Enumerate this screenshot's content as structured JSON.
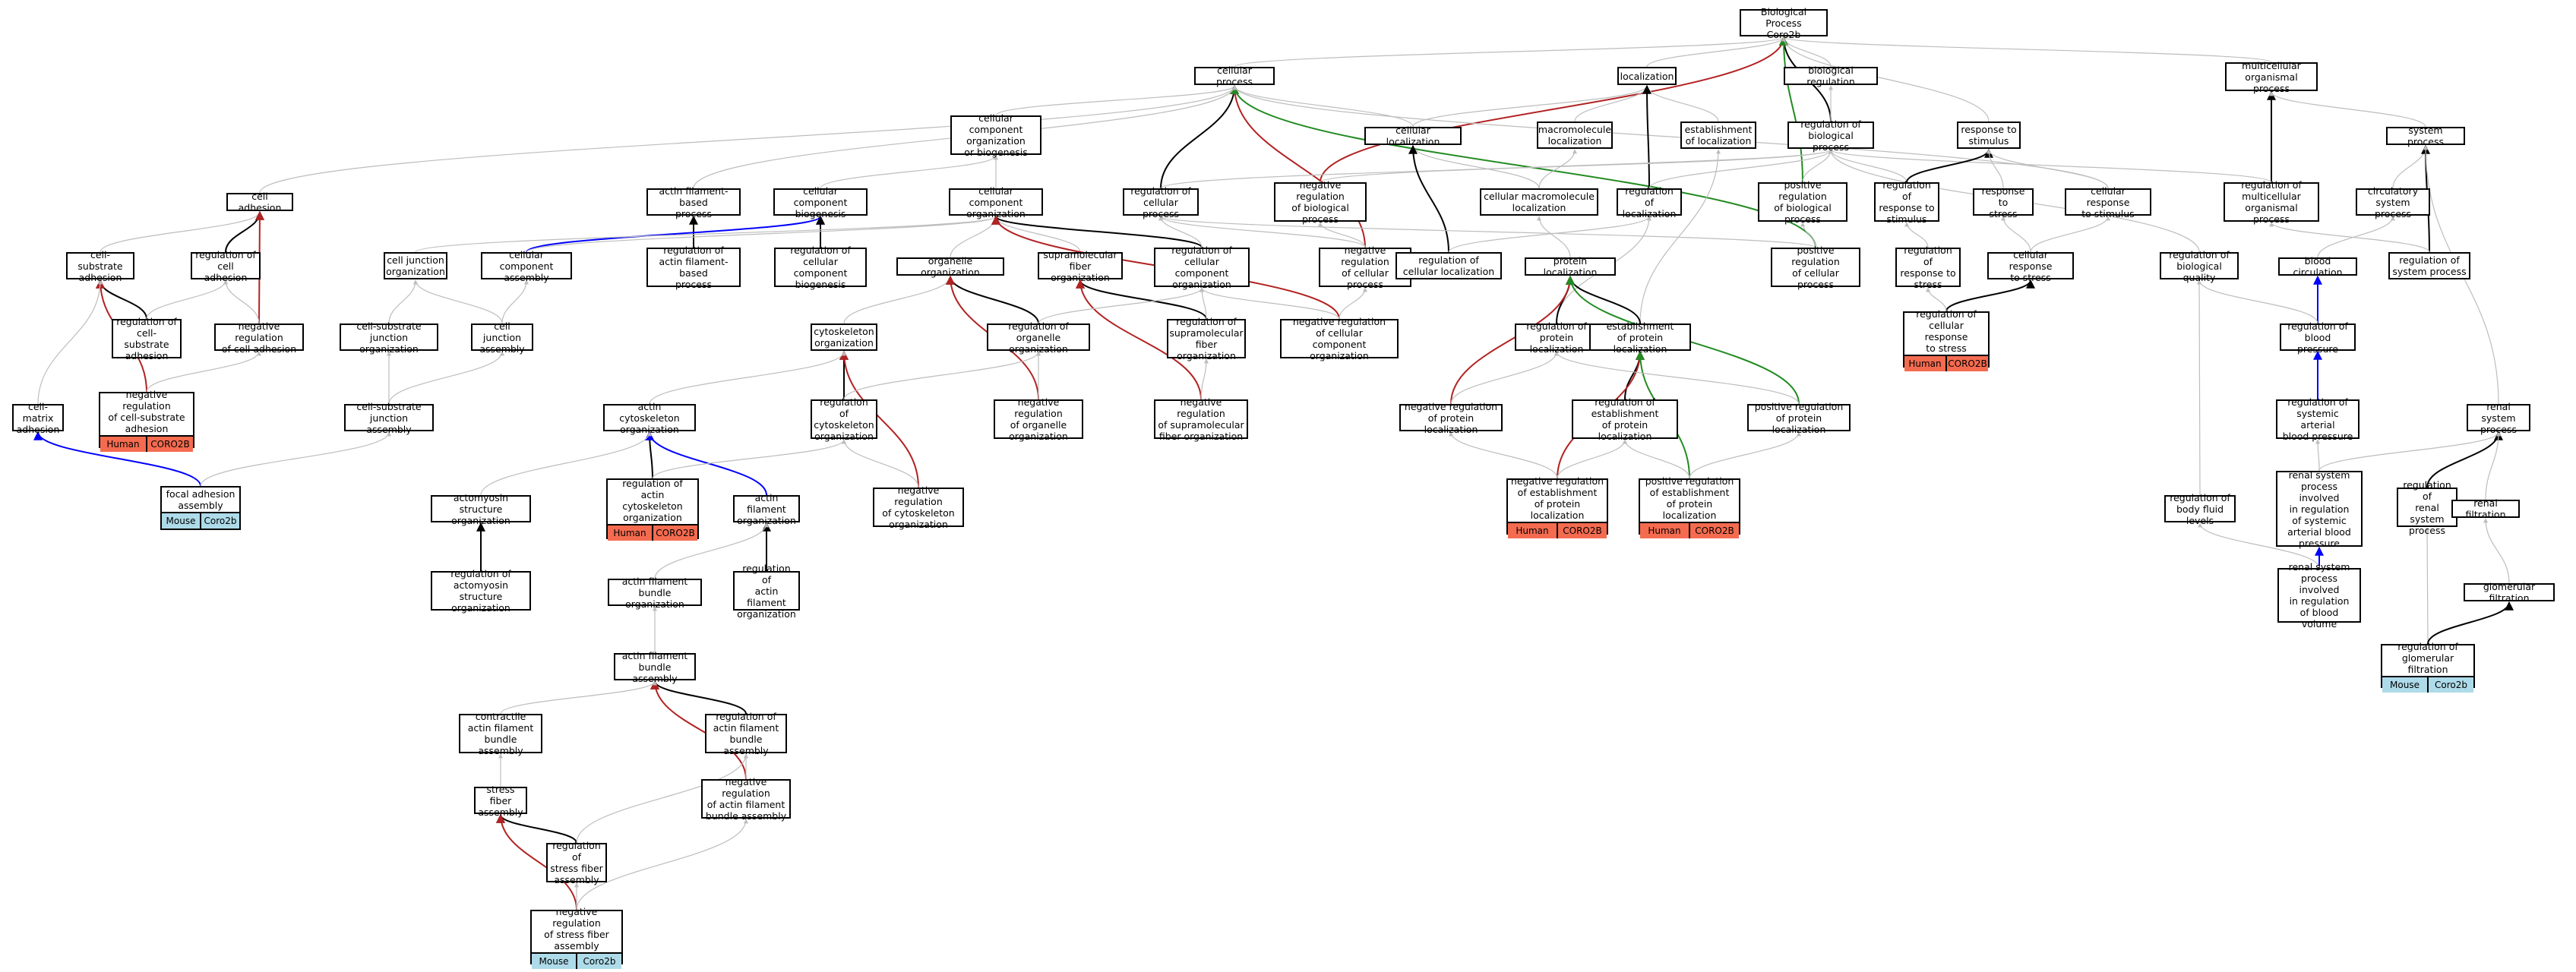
{
  "colors": {
    "is_a": "#bdbdbd",
    "part_of": "#000000",
    "negatively_regulates": "#b22222",
    "positively_regulates": "#228b22",
    "regulates": "#0000ff",
    "human": "#f46b50",
    "mouse": "#aedbe9"
  },
  "nodes": [
    {
      "id": "bp",
      "label": "Biological Process\nCoro2b"
    },
    {
      "id": "cp",
      "label": "cellular process"
    },
    {
      "id": "loc",
      "label": "localization"
    },
    {
      "id": "breg",
      "label": "biological regulation"
    },
    {
      "id": "mop",
      "label": "multicellular\norganismal process"
    },
    {
      "id": "ccob",
      "label": "cellular component\norganization\nor biogenesis"
    },
    {
      "id": "cloc",
      "label": "cellular localization"
    },
    {
      "id": "mmloc",
      "label": "macromolecule\nlocalization"
    },
    {
      "id": "estloc",
      "label": "establishment\nof localization"
    },
    {
      "id": "rbp",
      "label": "regulation of\nbiological process"
    },
    {
      "id": "rts",
      "label": "response to\nstimulus"
    },
    {
      "id": "sysproc",
      "label": "system process"
    },
    {
      "id": "celladh",
      "label": "cell adhesion"
    },
    {
      "id": "afbp",
      "label": "actin filament-based\nprocess"
    },
    {
      "id": "ccb",
      "label": "cellular component\nbiogenesis"
    },
    {
      "id": "cco",
      "label": "cellular component\norganization"
    },
    {
      "id": "rcp",
      "label": "regulation of\ncellular process"
    },
    {
      "id": "nrbp",
      "label": "negative regulation\nof biological\nprocess"
    },
    {
      "id": "cmloc",
      "label": "cellular macromolecule\nlocalization"
    },
    {
      "id": "rloc",
      "label": "regulation of\nlocalization"
    },
    {
      "id": "prbp",
      "label": "positive regulation\nof biological\nprocess"
    },
    {
      "id": "rrts",
      "label": "regulation of\nresponse to\nstimulus"
    },
    {
      "id": "rtstress",
      "label": "response to\nstress"
    },
    {
      "id": "crts",
      "label": "cellular response\nto stimulus"
    },
    {
      "id": "rmop",
      "label": "regulation of\nmulticellular\norganismal process"
    },
    {
      "id": "circ",
      "label": "circulatory\nsystem process"
    },
    {
      "id": "csadh",
      "label": "cell-substrate\nadhesion"
    },
    {
      "id": "rcadh",
      "label": "regulation of\ncell adhesion"
    },
    {
      "id": "cjorg",
      "label": "cell junction\norganization"
    },
    {
      "id": "ccassem",
      "label": "cellular component\nassembly"
    },
    {
      "id": "rafbp",
      "label": "regulation of\nactin filament-based\nprocess"
    },
    {
      "id": "rccb",
      "label": "regulation of\ncellular component\nbiogenesis"
    },
    {
      "id": "orgorg",
      "label": "organelle organization"
    },
    {
      "id": "smforg",
      "label": "supramolecular\nfiber organization"
    },
    {
      "id": "rccorg",
      "label": "regulation of\ncellular component\norganization"
    },
    {
      "id": "nrcp",
      "label": "negative regulation\nof cellular\nprocess"
    },
    {
      "id": "rcloc",
      "label": "regulation of\ncellular localization"
    },
    {
      "id": "protloc",
      "label": "protein localization"
    },
    {
      "id": "prcp",
      "label": "positive regulation\nof cellular\nprocess"
    },
    {
      "id": "rrtstress",
      "label": "regulation of\nresponse to\nstress"
    },
    {
      "id": "crtstress",
      "label": "cellular response\nto stress"
    },
    {
      "id": "rbq",
      "label": "regulation of\nbiological quality"
    },
    {
      "id": "bloodcirc",
      "label": "blood circulation"
    },
    {
      "id": "rsysproc",
      "label": "regulation of\nsystem process"
    },
    {
      "id": "rcsadh",
      "label": "regulation of\ncell-substrate\nadhesion"
    },
    {
      "id": "nrcadh",
      "label": "negative regulation\nof cell adhesion"
    },
    {
      "id": "csjorg",
      "label": "cell-substrate\njunction organization"
    },
    {
      "id": "cjassem",
      "label": "cell junction\nassembly"
    },
    {
      "id": "cskorg",
      "label": "cytoskeleton\norganization"
    },
    {
      "id": "rorgorg",
      "label": "regulation of\norganelle organization"
    },
    {
      "id": "rsmforg",
      "label": "regulation of\nsupramolecular\nfiber organization"
    },
    {
      "id": "nrccorg",
      "label": "negative regulation\nof cellular\ncomponent organization"
    },
    {
      "id": "rprotloc",
      "label": "regulation of\nprotein localization"
    },
    {
      "id": "estprotloc",
      "label": "establishment\nof protein localization"
    },
    {
      "id": "rcrtstress",
      "label": "regulation of\ncellular response\nto stress",
      "tags": [
        {
          "species": "Human",
          "gene": "CORO2B"
        }
      ]
    },
    {
      "id": "rbp2",
      "label": "regulation of\nblood pressure"
    },
    {
      "id": "cmadh",
      "label": "cell-matrix\nadhesion"
    },
    {
      "id": "nrcsadh",
      "label": "negative regulation\nof cell-substrate\nadhesion",
      "tags": [
        {
          "species": "Human",
          "gene": "CORO2B"
        }
      ]
    },
    {
      "id": "csjassem",
      "label": "cell-substrate\njunction assembly"
    },
    {
      "id": "acskorg",
      "label": "actin cytoskeleton\norganization"
    },
    {
      "id": "rcskorg",
      "label": "regulation of\ncytoskeleton\norganization"
    },
    {
      "id": "nrorgorg",
      "label": "negative regulation\nof organelle\norganization"
    },
    {
      "id": "nrsmforg",
      "label": "negative regulation\nof supramolecular\nfiber organization"
    },
    {
      "id": "nrprotloc",
      "label": "negative regulation\nof protein localization"
    },
    {
      "id": "restprotloc",
      "label": "regulation of\nestablishment\nof protein localization"
    },
    {
      "id": "prprotloc",
      "label": "positive regulation\nof protein localization"
    },
    {
      "id": "rsabp",
      "label": "regulation of\nsystemic arterial\nblood pressure"
    },
    {
      "id": "rsproc",
      "label": "renal system\nprocess"
    },
    {
      "id": "faassem",
      "label": "focal adhesion\nassembly",
      "tags": [
        {
          "species": "Mouse",
          "gene": "Coro2b"
        }
      ]
    },
    {
      "id": "amsorg",
      "label": "actomyosin structure\norganization"
    },
    {
      "id": "racskorg",
      "label": "regulation of\nactin cytoskeleton\norganization",
      "tags": [
        {
          "species": "Human",
          "gene": "CORO2B"
        }
      ]
    },
    {
      "id": "aforg",
      "label": "actin filament\norganization"
    },
    {
      "id": "nrcskorg",
      "label": "negative regulation\nof cytoskeleton\norganization"
    },
    {
      "id": "nrestprotloc",
      "label": "negative regulation\nof establishment\nof protein localization",
      "tags": [
        {
          "species": "Human",
          "gene": "CORO2B"
        }
      ]
    },
    {
      "id": "prestprotloc",
      "label": "positive regulation\nof establishment\nof protein localization",
      "tags": [
        {
          "species": "Human",
          "gene": "CORO2B"
        }
      ]
    },
    {
      "id": "rbfl",
      "label": "regulation of\nbody fluid levels"
    },
    {
      "id": "rsprocsabp",
      "label": "renal system\nprocess involved\nin regulation\nof systemic\narterial blood\npressure"
    },
    {
      "id": "rrsproc",
      "label": "regulation of\nrenal system\nprocess"
    },
    {
      "id": "renfilt",
      "label": "renal filtration"
    },
    {
      "id": "ramsorg",
      "label": "regulation of\nactomyosin structure\norganization"
    },
    {
      "id": "afbo",
      "label": "actin filament\nbundle organization"
    },
    {
      "id": "raforg",
      "label": "regulation of\nactin filament\norganization"
    },
    {
      "id": "rsprocbv",
      "label": "renal system\nprocess involved\nin regulation\nof blood volume"
    },
    {
      "id": "glomfilt",
      "label": "glomerular filtration"
    },
    {
      "id": "afba",
      "label": "actin filament\nbundle assembly"
    },
    {
      "id": "rglomfilt",
      "label": "regulation of\nglomerular filtration",
      "tags": [
        {
          "species": "Mouse",
          "gene": "Coro2b"
        }
      ]
    },
    {
      "id": "cafba",
      "label": "contractile\nactin filament\nbundle assembly"
    },
    {
      "id": "rafba",
      "label": "regulation of\nactin filament\nbundle assembly"
    },
    {
      "id": "sfa",
      "label": "stress fiber\nassembly"
    },
    {
      "id": "nrafba",
      "label": "negative regulation\nof actin filament\nbundle assembly"
    },
    {
      "id": "rsfa",
      "label": "regulation of\nstress fiber\nassembly"
    },
    {
      "id": "nrsfa",
      "label": "negative regulation\nof stress fiber\nassembly",
      "tags": [
        {
          "species": "Mouse",
          "gene": "Coro2b"
        }
      ]
    }
  ],
  "edges": [
    [
      "cp",
      "bp",
      "is_a"
    ],
    [
      "loc",
      "bp",
      "is_a"
    ],
    [
      "breg",
      "bp",
      "is_a"
    ],
    [
      "mop",
      "bp",
      "is_a"
    ],
    [
      "rbp",
      "bp",
      "part_of"
    ],
    [
      "nrbp",
      "bp",
      "negatively_regulates"
    ],
    [
      "prbp",
      "bp",
      "positively_regulates"
    ],
    [
      "rts",
      "bp",
      "is_a"
    ],
    [
      "ccob",
      "cp",
      "is_a"
    ],
    [
      "cloc",
      "cp",
      "is_a"
    ],
    [
      "rcp",
      "cp",
      "part_of"
    ],
    [
      "nrcp",
      "cp",
      "negatively_regulates"
    ],
    [
      "prcp",
      "cp",
      "positively_regulates"
    ],
    [
      "celladh",
      "cp",
      "is_a"
    ],
    [
      "crts",
      "cp",
      "is_a"
    ],
    [
      "cloc",
      "loc",
      "is_a"
    ],
    [
      "mmloc",
      "loc",
      "is_a"
    ],
    [
      "estloc",
      "loc",
      "is_a"
    ],
    [
      "rloc",
      "loc",
      "part_of"
    ],
    [
      "rbp",
      "breg",
      "is_a"
    ],
    [
      "rmop",
      "mop",
      "part_of"
    ],
    [
      "sysproc",
      "mop",
      "is_a"
    ],
    [
      "afbp",
      "cp",
      "is_a"
    ],
    [
      "cco",
      "ccob",
      "is_a"
    ],
    [
      "ccb",
      "ccob",
      "is_a"
    ],
    [
      "rcp",
      "rbp",
      "is_a"
    ],
    [
      "nrbp",
      "rbp",
      "is_a"
    ],
    [
      "prbp",
      "rbp",
      "is_a"
    ],
    [
      "rloc",
      "rbp",
      "is_a"
    ],
    [
      "rrts",
      "rbp",
      "is_a"
    ],
    [
      "rmop",
      "rbp",
      "is_a"
    ],
    [
      "rbq",
      "rbp",
      "is_a"
    ],
    [
      "cmloc",
      "cloc",
      "is_a"
    ],
    [
      "cmloc",
      "mmloc",
      "is_a"
    ],
    [
      "rcloc",
      "cloc",
      "part_of"
    ],
    [
      "rcloc",
      "rloc",
      "is_a"
    ],
    [
      "rrts",
      "rts",
      "part_of"
    ],
    [
      "rtstress",
      "rts",
      "is_a"
    ],
    [
      "crts",
      "rts",
      "is_a"
    ],
    [
      "circ",
      "sysproc",
      "is_a"
    ],
    [
      "rsysproc",
      "sysproc",
      "part_of"
    ],
    [
      "rsproc",
      "sysproc",
      "is_a"
    ],
    [
      "csadh",
      "celladh",
      "is_a"
    ],
    [
      "rcadh",
      "celladh",
      "part_of"
    ],
    [
      "nrcadh",
      "celladh",
      "negatively_regulates"
    ],
    [
      "rafbp",
      "afbp",
      "part_of"
    ],
    [
      "ccassem",
      "ccb",
      "regulates"
    ],
    [
      "rccb",
      "ccb",
      "part_of"
    ],
    [
      "orgorg",
      "cco",
      "is_a"
    ],
    [
      "smforg",
      "cco",
      "is_a"
    ],
    [
      "cjorg",
      "cco",
      "is_a"
    ],
    [
      "ccassem",
      "cco",
      "is_a"
    ],
    [
      "rccorg",
      "cco",
      "part_of"
    ],
    [
      "nrccorg",
      "cco",
      "negatively_regulates"
    ],
    [
      "rccorg",
      "rcp",
      "is_a"
    ],
    [
      "nrcp",
      "rcp",
      "is_a"
    ],
    [
      "prcp",
      "rcp",
      "is_a"
    ],
    [
      "nrcp",
      "nrbp",
      "is_a"
    ],
    [
      "prcp",
      "prbp",
      "is_a"
    ],
    [
      "protloc",
      "cmloc",
      "is_a"
    ],
    [
      "estprotloc",
      "estloc",
      "is_a"
    ],
    [
      "rprotloc",
      "rloc",
      "is_a"
    ],
    [
      "rrtstress",
      "rrts",
      "is_a"
    ],
    [
      "crtstress",
      "rtstress",
      "is_a"
    ],
    [
      "crtstress",
      "crts",
      "is_a"
    ],
    [
      "rcrtstress",
      "crtstress",
      "part_of"
    ],
    [
      "rcrtstress",
      "rrtstress",
      "is_a"
    ],
    [
      "bloodcirc",
      "circ",
      "is_a"
    ],
    [
      "rbp2",
      "bloodcirc",
      "regulates"
    ],
    [
      "rsysproc",
      "rmop",
      "is_a"
    ],
    [
      "rbp2",
      "rbq",
      "is_a"
    ],
    [
      "rcsadh",
      "csadh",
      "part_of"
    ],
    [
      "nrcsadh",
      "csadh",
      "negatively_regulates"
    ],
    [
      "rcsadh",
      "rcadh",
      "is_a"
    ],
    [
      "nrcsadh",
      "nrcadh",
      "is_a"
    ],
    [
      "cmadh",
      "csadh",
      "is_a"
    ],
    [
      "nrcadh",
      "rcadh",
      "is_a"
    ],
    [
      "csjorg",
      "cjorg",
      "is_a"
    ],
    [
      "cjassem",
      "cjorg",
      "is_a"
    ],
    [
      "cjassem",
      "ccassem",
      "is_a"
    ],
    [
      "csjassem",
      "csjorg",
      "is_a"
    ],
    [
      "csjassem",
      "cjassem",
      "is_a"
    ],
    [
      "cskorg",
      "orgorg",
      "is_a"
    ],
    [
      "rorgorg",
      "orgorg",
      "part_of"
    ],
    [
      "rsmforg",
      "smforg",
      "part_of"
    ],
    [
      "nrsmforg",
      "smforg",
      "negatively_regulates"
    ],
    [
      "nrorgorg",
      "orgorg",
      "negatively_regulates"
    ],
    [
      "rcskorg",
      "cskorg",
      "part_of"
    ],
    [
      "nrcskorg",
      "cskorg",
      "negatively_regulates"
    ],
    [
      "acskorg",
      "cskorg",
      "is_a"
    ],
    [
      "rprotloc",
      "protloc",
      "part_of"
    ],
    [
      "estprotloc",
      "protloc",
      "part_of"
    ],
    [
      "nrprotloc",
      "protloc",
      "negatively_regulates"
    ],
    [
      "prprotloc",
      "protloc",
      "positively_regulates"
    ],
    [
      "restprotloc",
      "estprotloc",
      "part_of"
    ],
    [
      "nrestprotloc",
      "estprotloc",
      "negatively_regulates"
    ],
    [
      "prestprotloc",
      "estprotloc",
      "positively_regulates"
    ],
    [
      "rsabp",
      "rbp2",
      "regulates"
    ],
    [
      "rsprocsabp",
      "rsabp",
      "is_a"
    ],
    [
      "rsprocsabp",
      "rsproc",
      "is_a"
    ],
    [
      "rsprocbv",
      "rsprocsabp",
      "regulates"
    ],
    [
      "rsprocbv",
      "rbfl",
      "is_a"
    ],
    [
      "rbfl",
      "rbq",
      "is_a"
    ],
    [
      "rrsproc",
      "rsproc",
      "part_of"
    ],
    [
      "rglomfilt",
      "rrsproc",
      "is_a"
    ],
    [
      "renfilt",
      "rsproc",
      "is_a"
    ],
    [
      "glomfilt",
      "renfilt",
      "is_a"
    ],
    [
      "rglomfilt",
      "glomfilt",
      "part_of"
    ],
    [
      "faassem",
      "cmadh",
      "regulates"
    ],
    [
      "faassem",
      "csjassem",
      "is_a"
    ],
    [
      "racskorg",
      "acskorg",
      "part_of"
    ],
    [
      "aforg",
      "acskorg",
      "regulates"
    ],
    [
      "amsorg",
      "acskorg",
      "is_a"
    ],
    [
      "raforg",
      "aforg",
      "part_of"
    ],
    [
      "racskorg",
      "rcskorg",
      "is_a"
    ],
    [
      "ramsorg",
      "amsorg",
      "part_of"
    ],
    [
      "afbo",
      "aforg",
      "is_a"
    ],
    [
      "afba",
      "afbo",
      "is_a"
    ],
    [
      "rafba",
      "afba",
      "part_of"
    ],
    [
      "nrafba",
      "afba",
      "negatively_regulates"
    ],
    [
      "cafba",
      "afba",
      "is_a"
    ],
    [
      "sfa",
      "cafba",
      "is_a"
    ],
    [
      "rsfa",
      "sfa",
      "part_of"
    ],
    [
      "nrsfa",
      "sfa",
      "negatively_regulates"
    ],
    [
      "nrsfa",
      "rsfa",
      "is_a"
    ],
    [
      "nrsfa",
      "nrafba",
      "is_a"
    ],
    [
      "rsfa",
      "rafba",
      "is_a"
    ],
    [
      "nrafba",
      "rafba",
      "is_a"
    ],
    [
      "nrestprotloc",
      "restprotloc",
      "is_a"
    ],
    [
      "prestprotloc",
      "restprotloc",
      "is_a"
    ],
    [
      "nrestprotloc",
      "nrprotloc",
      "is_a"
    ],
    [
      "prestprotloc",
      "prprotloc",
      "is_a"
    ],
    [
      "nrprotloc",
      "rprotloc",
      "is_a"
    ],
    [
      "prprotloc",
      "rprotloc",
      "is_a"
    ],
    [
      "nrorgorg",
      "rorgorg",
      "is_a"
    ],
    [
      "nrsmforg",
      "rsmforg",
      "is_a"
    ],
    [
      "nrcskorg",
      "rcskorg",
      "is_a"
    ],
    [
      "rcskorg",
      "rorgorg",
      "is_a"
    ],
    [
      "rorgorg",
      "rccorg",
      "is_a"
    ],
    [
      "rsmforg",
      "rccorg",
      "is_a"
    ],
    [
      "nrccorg",
      "rccorg",
      "is_a"
    ],
    [
      "nrccorg",
      "nrcp",
      "is_a"
    ]
  ]
}
